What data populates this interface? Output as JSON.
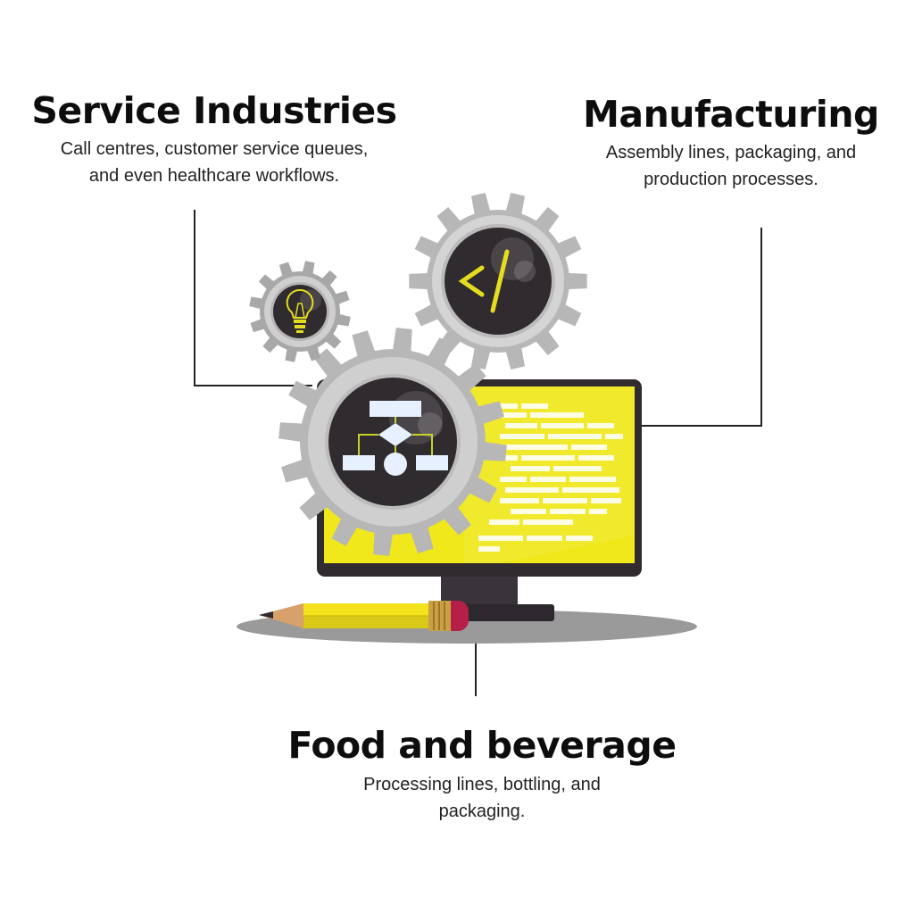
{
  "sections": {
    "service": {
      "title": "Service Industries",
      "line1": "Call centres, customer service queues,",
      "line2": "and even healthcare workflows."
    },
    "manufacturing": {
      "title": "Manufacturing",
      "line1": "Assembly lines, packaging, and",
      "line2": "production processes."
    },
    "food": {
      "title": "Food and beverage",
      "line1": "Processing lines, bottling, and",
      "line2": "packaging."
    }
  },
  "illustration": {
    "icons": [
      "lightbulb-icon",
      "code-icon",
      "flowchart-icon",
      "monitor-icon",
      "pencil-icon"
    ],
    "colors": {
      "gear": "#b7b7b7",
      "gear_light": "#dddddd",
      "gear_dark": "#999999",
      "screen": "#f0e81a",
      "dark": "#2f2b2f",
      "accent": "#e6dc1f"
    }
  }
}
